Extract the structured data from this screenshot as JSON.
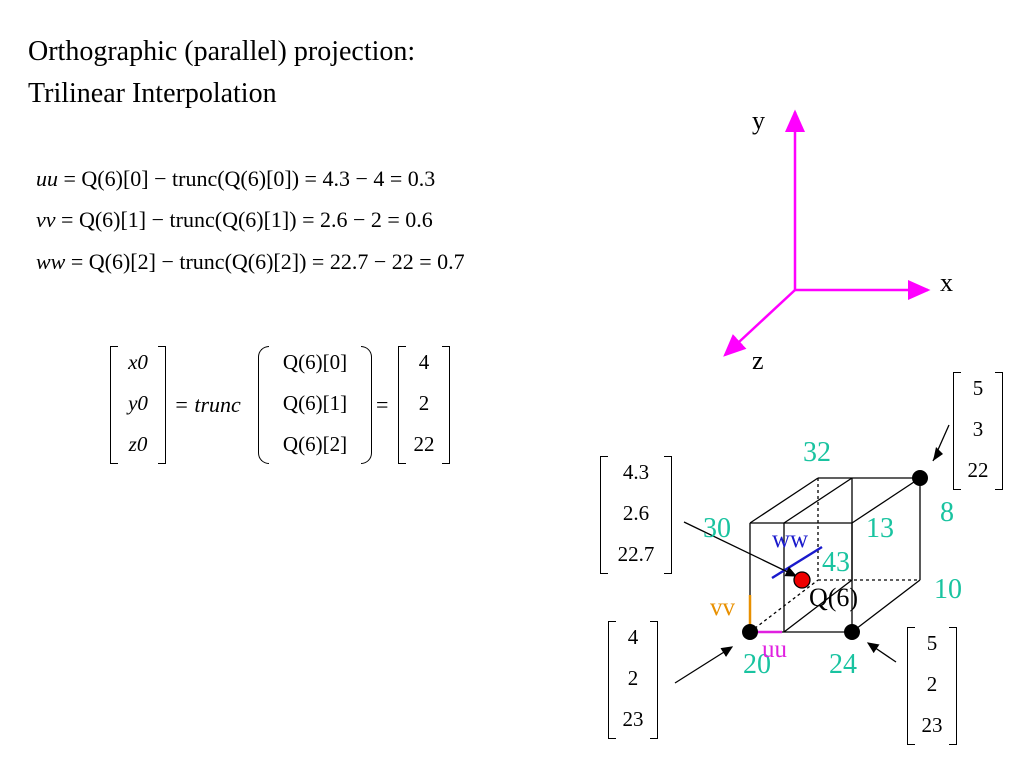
{
  "title": {
    "line1": "Orthographic (parallel) projection:",
    "line2": "Trilinear Interpolation"
  },
  "equations": {
    "uu": {
      "lhs": "uu",
      "expr": "= Q(6)[0] − trunc(Q(6)[0]) = 4.3 − 4 = 0.3"
    },
    "vv": {
      "lhs": "vv",
      "expr": "= Q(6)[1] − trunc(Q(6)[1]) = 2.6 − 2 = 0.6"
    },
    "ww": {
      "lhs": "ww",
      "expr": "= Q(6)[2] − trunc(Q(6)[2]) = 22.7 − 22 = 0.7"
    }
  },
  "matrix_eq": {
    "left": [
      "x0",
      "y0",
      "z0"
    ],
    "op": "= trunc",
    "middle": [
      "Q(6)[0]",
      "Q(6)[1]",
      "Q(6)[2]"
    ],
    "eq": "=",
    "right": [
      "4",
      "2",
      "22"
    ]
  },
  "axes": {
    "y": "y",
    "x": "x",
    "z": "z"
  },
  "cube_values": {
    "v32": "32",
    "v30": "30",
    "v13": "13",
    "v43": "43",
    "v8": "8",
    "v10": "10",
    "v20": "20",
    "v24": "24"
  },
  "point_label": "Q(6)",
  "offset_labels": {
    "ww": "ww",
    "vv": "vv",
    "uu": "uu"
  },
  "vectors": {
    "top_right": [
      "5",
      "3",
      "22"
    ],
    "q_point": [
      "4.3",
      "2.6",
      "22.7"
    ],
    "bottom_left": [
      "4",
      "2",
      "23"
    ],
    "bottom_right": [
      "5",
      "2",
      "23"
    ]
  },
  "colors": {
    "axis": "#ff00ff",
    "value": "#19c3a0",
    "ww": "#1a1acc",
    "vv": "#e89000",
    "uu": "#e020e0",
    "point": "#ee0000"
  }
}
